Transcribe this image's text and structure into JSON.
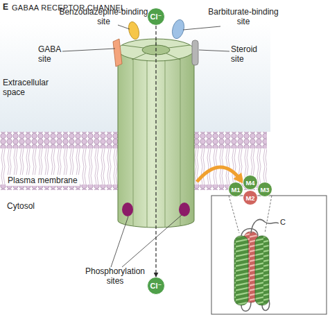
{
  "diagram": {
    "title": "GABAA RECEPTOR CHANNEL",
    "nodes": [
      {
        "text": [
          "Cl⁻"
        ]
      },
      {
        "text": [
          "Cl⁻"
        ]
      },
      {
        "text": [
          "M1"
        ]
      },
      {
        "text": [
          "M4"
        ]
      },
      {
        "text": [
          "M3"
        ]
      },
      {
        "text": [
          "M2"
        ]
      }
    ],
    "edges": [
      {
        "from": 0,
        "to": 1,
        "arrow": "to"
      }
    ],
    "labels": [
      "E",
      "Benzodiazepine-binding site",
      "GABA site",
      "Barbiturate-binding site",
      "Steroid site",
      "Extracellular space",
      "Plasma membrane",
      "Cytosol",
      "Phosphorylation sites",
      "C"
    ]
  }
}
